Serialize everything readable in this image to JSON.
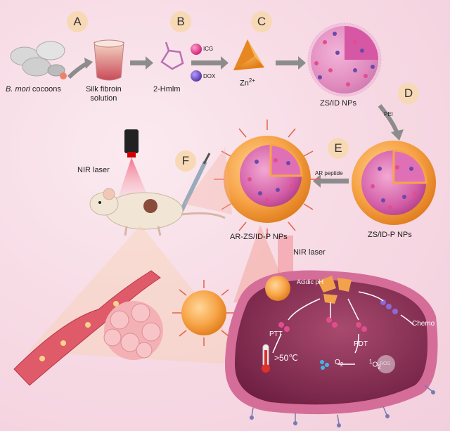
{
  "steps": [
    "A",
    "B",
    "C",
    "D",
    "E",
    "F"
  ],
  "labels": {
    "bmori_italic": "B. mori",
    "cocoons": "cocoons",
    "silk_fibroin": "Silk fibroin",
    "solution": "solution",
    "hmim": "2-Hmlm",
    "icg": "ICG",
    "dox": "DOX",
    "zinc": "Zn",
    "zinc_charge": "2+",
    "zsid": "ZS/ID NPs",
    "pei": "PEI",
    "ar_peptide": "AR peptide",
    "zsidp": "ZS/ID-P NPs",
    "arzsidp": "AR-ZS/ID-P NPs",
    "nir_laser_1": "NIR laser",
    "nir_laser_2": "NIR laser",
    "acidic_ph": "Acidic pH",
    "ptt": "PTT",
    "pdt": "PDT",
    "chemo": "Chemo",
    "temp": ">50℃",
    "o2": "O",
    "o2_sub": "2",
    "singlet_o2_pre": "1",
    "singlet_o2": "O",
    "singlet_o2_sub": "2",
    "ros": "ROS"
  },
  "colors": {
    "background": "#f7dbe5",
    "step_circle": "#f8d9b6",
    "nanoparticle_shell": "#f5a142",
    "nanoparticle_core": "#c9448f",
    "icg": "#e24d8f",
    "dox": "#6a4aa8",
    "zinc": "#f39b2d",
    "cell": "#8e2f55",
    "arrow": "#8c8c8c"
  }
}
